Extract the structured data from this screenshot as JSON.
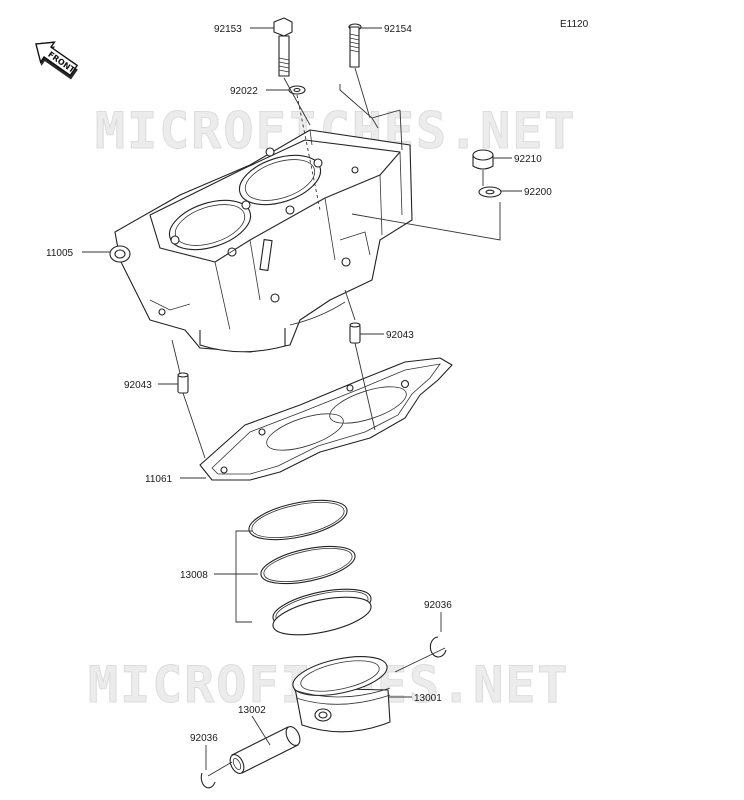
{
  "diagram": {
    "code": "E1120",
    "front_marker": "FRONT",
    "watermark": "MICROFICHES.NET",
    "parts": [
      {
        "key": "p92153",
        "number": "92153"
      },
      {
        "key": "p92154",
        "number": "92154"
      },
      {
        "key": "p92022",
        "number": "92022"
      },
      {
        "key": "p92210",
        "number": "92210"
      },
      {
        "key": "p92200",
        "number": "92200"
      },
      {
        "key": "p11005",
        "number": "11005"
      },
      {
        "key": "p92043a",
        "number": "92043"
      },
      {
        "key": "p92043b",
        "number": "92043"
      },
      {
        "key": "p11061",
        "number": "11061"
      },
      {
        "key": "p13008",
        "number": "13008"
      },
      {
        "key": "p92036a",
        "number": "92036"
      },
      {
        "key": "p13001",
        "number": "13001"
      },
      {
        "key": "p13002",
        "number": "13002"
      },
      {
        "key": "p92036b",
        "number": "92036"
      }
    ]
  }
}
